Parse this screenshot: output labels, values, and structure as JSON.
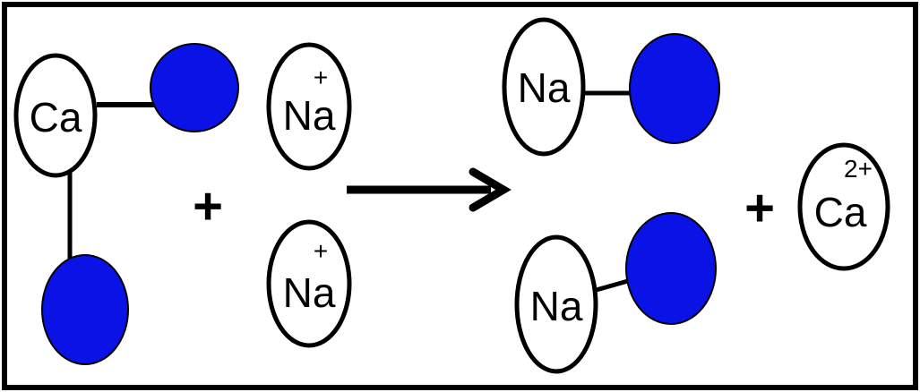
{
  "colors": {
    "bond_partner": "#0a12e6",
    "outline": "#000000",
    "atom_fill": "#ffffff"
  },
  "reactants": {
    "calcium_label": "Ca",
    "sodium_ion_1": {
      "label": "Na",
      "charge": "+"
    },
    "sodium_ion_2": {
      "label": "Na",
      "charge": "+"
    }
  },
  "products": {
    "sodium_1_label": "Na",
    "sodium_2_label": "Na",
    "calcium_ion": {
      "label": "Ca",
      "charge": "2+"
    }
  },
  "operators": {
    "plus_reactants": "+",
    "plus_products": "+"
  }
}
